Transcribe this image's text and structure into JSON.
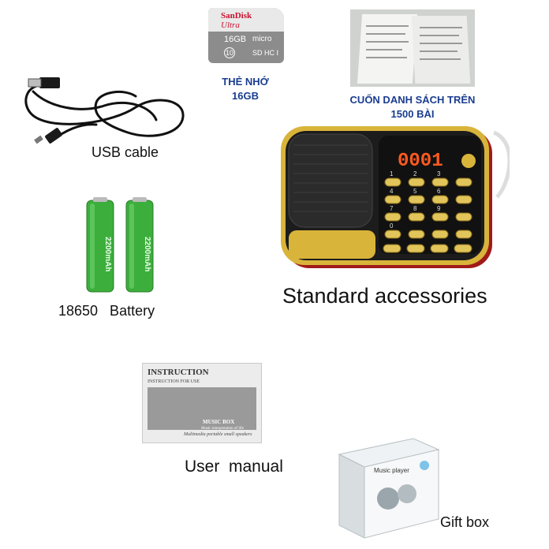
{
  "accessories_heading": "Standard accessories",
  "items": {
    "usb_cable": {
      "label": "USB cable"
    },
    "battery": {
      "label": "18650   Battery",
      "cell_text": "2200mAh"
    },
    "memory_card": {
      "caption_line1": "THẺ NHỚ",
      "caption_line2": "16GB",
      "brand": "SanDisk",
      "product_line": "Ultra",
      "capacity": "16GB",
      "micro_text": "micro",
      "class_mark": "10",
      "hc_mark": "SD HC I"
    },
    "song_list_booklet": {
      "caption_line1": "CUỐN DANH SÁCH TRÊN",
      "caption_line2": "1500 BÀI"
    },
    "radio": {
      "display_digits": "0001",
      "keypad_numbers": [
        "1",
        "2",
        "3",
        "4",
        "5",
        "6",
        "7",
        "8",
        "9",
        "0"
      ]
    },
    "user_manual": {
      "label": "User  manual",
      "cover_title": "INSTRUCTION",
      "cover_subtitle": "INSTRUCTION FOR USE",
      "cover_brand": "MUSIC BOX",
      "cover_tagline": "Music interpretation of life",
      "cover_footer": "Multimedia portable small speakers"
    },
    "gift_box": {
      "label": "Gift box",
      "box_text": "Music player"
    }
  },
  "colors": {
    "caption_blue": "#1a3d8f",
    "radio_gold": "#d9b43a",
    "radio_red": "#a01a1a",
    "display_orange": "#ff5a1f",
    "battery_green": "#3cae3c"
  }
}
